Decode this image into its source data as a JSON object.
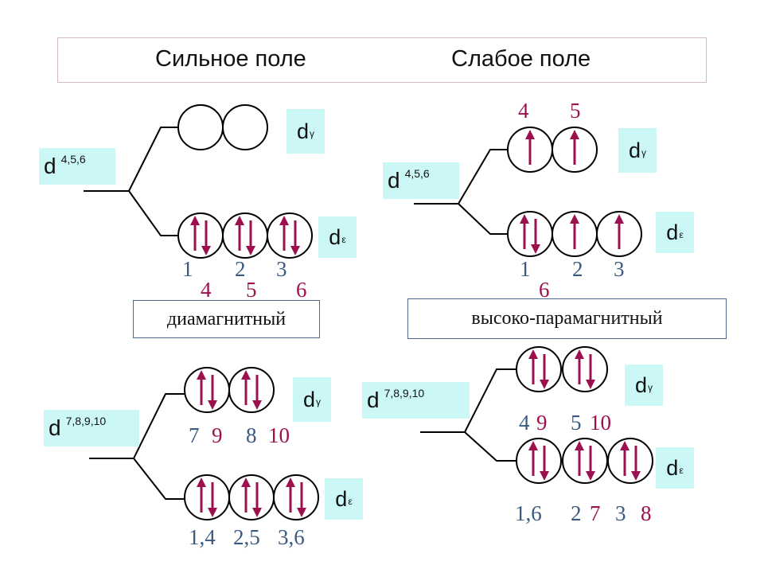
{
  "headers": {
    "strong": "Сильное поле",
    "weak": "Слабое поле"
  },
  "orbital_labels": {
    "d_gamma": "d",
    "d_gamma_sub": "γ",
    "d_eps": "d",
    "d_eps_sub": "ε"
  },
  "panels": {
    "tl": {
      "d_label": "d",
      "d_sup": "4,5,6"
    },
    "tr": {
      "d_label": "d",
      "d_sup": "4,5,6"
    },
    "bl": {
      "d_label": "d",
      "d_sup": "7,8,9,10"
    },
    "br": {
      "d_label": "d",
      "d_sup": "7,8,9,10"
    }
  },
  "magnetism": {
    "left": "диамагнитный",
    "right": "высоко-парамагнитный"
  },
  "numbers": {
    "tl_1": "1",
    "tl_2": "2",
    "tl_3": "3",
    "tl_4": "4",
    "tl_5": "5",
    "tl_6": "6",
    "tr_4": "4",
    "tr_5": "5",
    "tr_1": "1",
    "tr_2": "2",
    "tr_3": "3",
    "tr_6": "6",
    "bl_7": "7",
    "bl_9": "9",
    "bl_8": "8",
    "bl_10": "10",
    "bl_14": "1,4",
    "bl_25": "2,5",
    "bl_36": "3,6",
    "br_4": "4",
    "br_9": "9",
    "br_5": "5",
    "br_10": "10",
    "br_16": "1,6",
    "br_2": "2",
    "br_7": "7",
    "br_3": "3",
    "br_8": "8"
  },
  "colors": {
    "arrow": "#9c1050",
    "number_blue": "#3a5a80",
    "number_red": "#9c1050",
    "label_bg": "#ccf7f7"
  }
}
